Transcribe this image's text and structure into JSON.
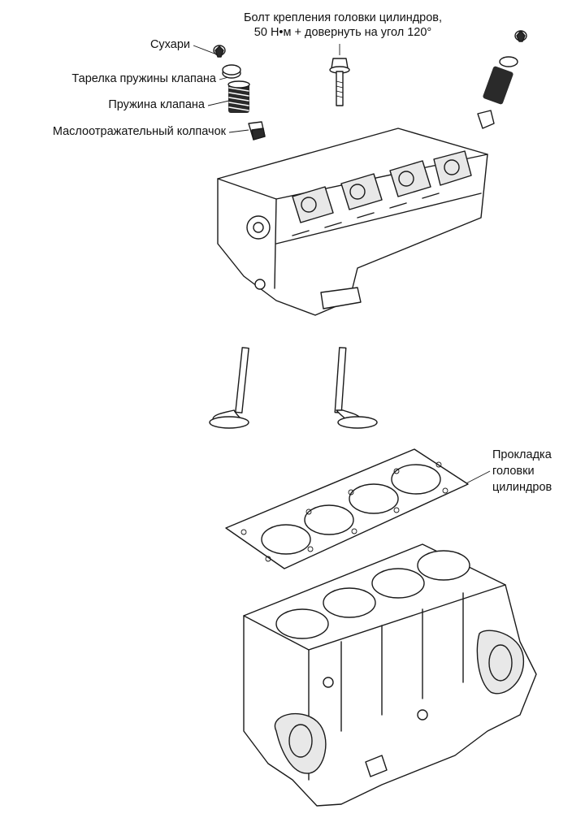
{
  "diagram": {
    "labels": {
      "keepers": "Сухари",
      "spring_retainer": "Тарелка пружины клапана",
      "valve_spring": "Пружина клапана",
      "oil_seal": "Маслоотражательный колпачок",
      "head_bolt_line1": "Болт крепления головки цилиндров,",
      "head_bolt_line2": "50 Н•м + довернуть на угол 120°",
      "gasket_line1": "Прокладка",
      "gasket_line2": "головки",
      "gasket_line3": "цилиндров"
    }
  }
}
